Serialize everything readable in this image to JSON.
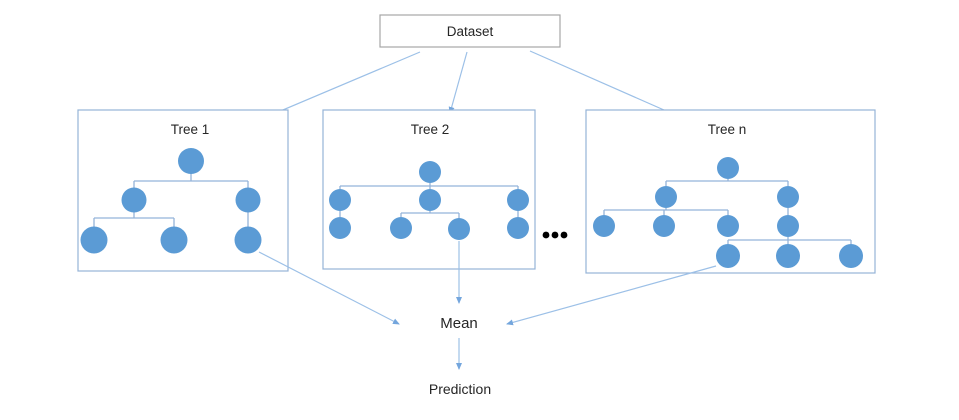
{
  "colors": {
    "background": "#ffffff",
    "node_fill": "#5b9bd5",
    "connector": "#94b3d9",
    "tree_box_border": "#95b3d7",
    "dataset_box_border": "#a6a6a6",
    "arrow": "#9cc0e7",
    "arrowhead": "#74a6dd",
    "text": "#262626",
    "ellipsis": "#000000"
  },
  "dataset": {
    "label": "Dataset"
  },
  "trees": [
    {
      "label": "Tree 1",
      "node_count": 6,
      "edges": [
        [
          "root",
          "L"
        ],
        [
          "root",
          "R"
        ],
        [
          "L",
          "LL"
        ],
        [
          "L",
          "LR"
        ],
        [
          "R",
          "RB"
        ]
      ]
    },
    {
      "label": "Tree 2",
      "node_count": 8,
      "edges": [
        [
          "root",
          "A"
        ],
        [
          "root",
          "B"
        ],
        [
          "root",
          "C"
        ],
        [
          "A",
          "A1"
        ],
        [
          "B",
          "B1"
        ],
        [
          "B",
          "B2"
        ],
        [
          "C",
          "C1"
        ]
      ]
    },
    {
      "label": "Tree n",
      "node_count": 10,
      "edges": [
        [
          "root",
          "L"
        ],
        [
          "root",
          "R"
        ],
        [
          "L",
          "La"
        ],
        [
          "L",
          "Lb"
        ],
        [
          "L",
          "Lc"
        ],
        [
          "R",
          "Rc"
        ],
        [
          "Rc",
          "X1"
        ],
        [
          "Rc",
          "X2"
        ],
        [
          "Rc",
          "X3"
        ]
      ]
    }
  ],
  "ellipsis": {
    "symbol": "...",
    "dot_count": 3
  },
  "mean": {
    "label": "Mean"
  },
  "prediction": {
    "label": "Prediction"
  },
  "connections": [
    {
      "from": "Dataset",
      "to": "Tree 1"
    },
    {
      "from": "Dataset",
      "to": "Tree 2"
    },
    {
      "from": "Dataset",
      "to": "Tree n"
    },
    {
      "from": "Tree 1",
      "to": "Mean"
    },
    {
      "from": "Tree 2",
      "to": "Mean"
    },
    {
      "from": "Tree n",
      "to": "Mean"
    },
    {
      "from": "Mean",
      "to": "Prediction"
    }
  ]
}
